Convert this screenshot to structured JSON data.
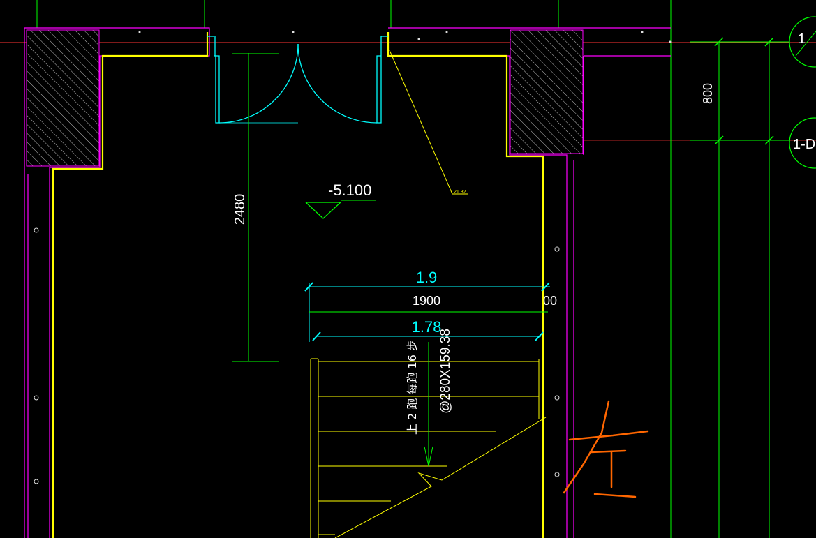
{
  "drawing": {
    "level_mark": "-5.100",
    "dim_vertical_2480": "2480",
    "dim_vertical_800": "800",
    "dim_stair_width_m": "1.9",
    "dim_stair_width_mm": "1900",
    "dim_stair_inner_m": "1.78",
    "dim_partial_100": "00",
    "leader_tag": "21.32",
    "stair_note_1": "上 2 跑   每跑 16 步",
    "stair_note_2": "@280X159.38",
    "grid_bubble_1": "1",
    "grid_bubble_2": "1-D",
    "handwritten_mark": "左"
  },
  "colors": {
    "background": "#000000",
    "wall_outline": "#ff00ff",
    "wall_hatch": "#ffffff",
    "finish_line": "#ffff00",
    "door": "#00ffff",
    "dimension": "#00ff00",
    "grid_line": "#ff3333",
    "markup": "#ff6600"
  }
}
